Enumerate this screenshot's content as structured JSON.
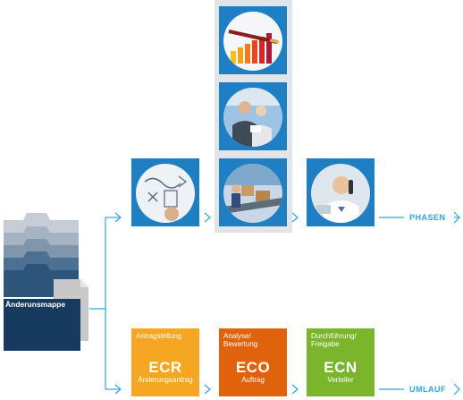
{
  "folder": {
    "label": "Änderunsmappe"
  },
  "phases": {
    "label": "PHASEN",
    "tiles": [
      {
        "icon": "chart-pen-icon"
      },
      {
        "icon": "meeting-people-icon"
      },
      {
        "icon": "whiteboard-sketch-icon"
      },
      {
        "icon": "warehouse-conveyor-icon"
      },
      {
        "icon": "phone-call-icon"
      }
    ]
  },
  "circulation": {
    "label": "UMLAUF",
    "boxes": [
      {
        "top": "Antragstellung",
        "code": "ECR",
        "sub": "Änderungsantrag",
        "color": "#f5a623"
      },
      {
        "top": "Analyse/ Bewertung",
        "code": "ECO",
        "sub": "Auftrag",
        "color": "#e0620d"
      },
      {
        "top": "Durchführung/ Freigabe",
        "code": "ECN",
        "sub": "Verteiler",
        "color": "#7ab52b"
      }
    ]
  },
  "colors": {
    "arrow": "#2da6dc",
    "tile": "#1f7fc4",
    "folder_dark": "#173b5e",
    "column_bg": "#e2e4e7"
  }
}
